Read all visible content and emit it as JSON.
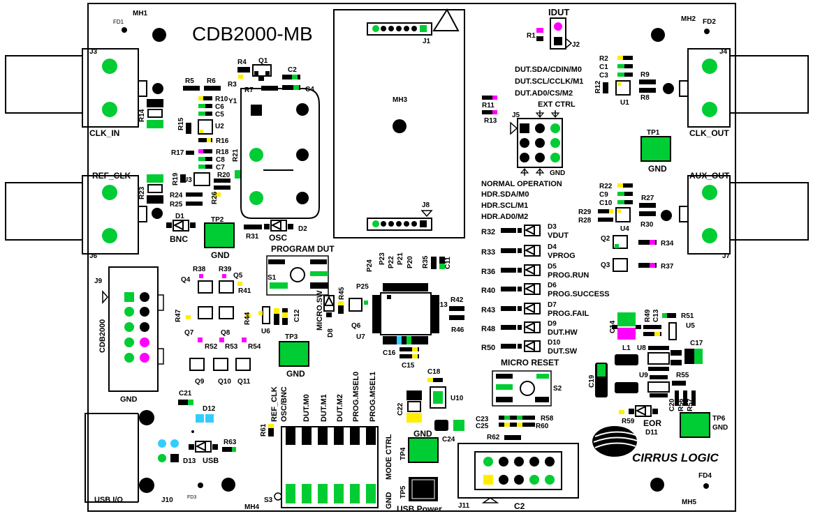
{
  "board": {
    "title": "CDB2000-MB",
    "logo": "CIRRUS LOGIC"
  },
  "connectors": {
    "j3": "J3",
    "clk_in": "CLK_IN",
    "j6": "J6",
    "ref_clk": "REF_CLK",
    "j4": "J4",
    "clk_out": "CLK_OUT",
    "j7": "J7",
    "aux_out": "AUX_OUT",
    "j1": "J1",
    "j8": "J8",
    "j2": "J2",
    "idut": "IDUT",
    "j5": "J5",
    "ext_ctrl": "EXT CTRL",
    "normal_operation": "NORMAL OPERATION",
    "j9": "J9",
    "cdb2000": "CDB2000",
    "j10": "J10",
    "usb_io": "USB I/O",
    "j11": "J11",
    "c2_bottom": "C2"
  },
  "mounting": {
    "mh1": "MH1",
    "mh2": "MH2",
    "mh3": "MH3",
    "mh4": "MH4",
    "mh5": "MH5",
    "fd1": "FD1",
    "fd2": "FD2",
    "fd3": "FD3",
    "fd4": "FD4"
  },
  "labels": {
    "dut_sda": "DUT.SDA/CDIN/M0",
    "dut_scl": "DUT.SCL/CCLK/M1",
    "dut_ad0": "DUT.AD0/CS/M2",
    "hdr_sda": "HDR.SDA/M0",
    "hdr_scl": "HDR.SCL/M1",
    "hdr_ad0": "HDR.AD0/M2",
    "program_dut": "PROGRAM DUT",
    "micro_sw": "MICRO.SW",
    "micro_reset": "MICRO RESET",
    "mode_ctrl": "MODE CTRL",
    "bnc": "BNC",
    "osc": "OSC",
    "usb": "USB",
    "eor": "EOR",
    "usb_power": "USB Power",
    "s1": "S1",
    "s2": "S2",
    "s3": "S3",
    "s3_top": [
      "REF_CLK",
      "OSC/BNC",
      "DUT.M0",
      "DUT.M1",
      "DUT.M2",
      "PROG.MSEL0",
      "PROG.MSEL1"
    ]
  },
  "testpoints": {
    "tp1": "TP1",
    "tp2": "TP2",
    "tp3": "TP3",
    "tp4": "TP4",
    "tp5": "TP5",
    "tp6": "TP6",
    "gnd": "GND"
  },
  "leds": [
    {
      "ref": "D3",
      "name": "VDUT",
      "res": "R32"
    },
    {
      "ref": "D4",
      "name": "VPROG",
      "res": "R33"
    },
    {
      "ref": "D5",
      "name": "PROG.RUN",
      "res": "R36"
    },
    {
      "ref": "D6",
      "name": "PROG.SUCCESS",
      "res": "R40"
    },
    {
      "ref": "D7",
      "name": "PROG.FAIL",
      "res": "R43"
    },
    {
      "ref": "D9",
      "name": "DUT.HW",
      "res": "R48"
    },
    {
      "ref": "D10",
      "name": "DUT.SW",
      "res": "R50"
    }
  ],
  "refdes": {
    "r1": "R1",
    "r2": "R2",
    "r3": "R3",
    "r4": "R4",
    "r5": "R5",
    "r6": "R6",
    "r7": "R7",
    "r8": "R8",
    "r9": "R9",
    "r10": "R10",
    "r11": "R11",
    "r12": "R12",
    "r13": "R13",
    "r14": "R14",
    "r15": "R15",
    "r16": "R16",
    "r17": "R17",
    "r18": "R18",
    "r19": "R19",
    "r20": "R20",
    "r21": "R21",
    "r22": "R22",
    "r23": "R23",
    "r24": "R24",
    "r25": "R25",
    "r26": "R26",
    "r27": "R27",
    "r28": "R28",
    "r29": "R29",
    "r30": "R30",
    "r31": "R31",
    "r34": "R34",
    "r35": "R35",
    "r37": "R37",
    "r38": "R38",
    "r39": "R39",
    "r41": "R41",
    "r42": "R42",
    "r44": "R44",
    "r45": "R45",
    "r46": "R46",
    "r47": "R47",
    "r49": "R49",
    "r51": "R51",
    "r52": "R52",
    "r53": "R53",
    "r54": "R54",
    "r55": "R55",
    "r56": "R56",
    "r57": "R57",
    "r58": "R58",
    "r59": "R59",
    "r60": "R60",
    "r61": "R61",
    "r62": "R62",
    "r63": "R63",
    "c1": "C1",
    "c2": "C2",
    "c3": "C3",
    "c4": "C4",
    "c5": "C5",
    "c6": "C6",
    "c7": "C7",
    "c8": "C8",
    "c9": "C9",
    "c10": "C10",
    "c11": "C11",
    "c12": "C12",
    "c13": "C13",
    "c14": "C14",
    "c15": "C15",
    "c16": "C16",
    "c17": "C17",
    "c18": "C18",
    "c19": "C19",
    "c20": "C20",
    "c21": "C21",
    "c22": "C22",
    "c23": "C23",
    "c24": "C24",
    "c25": "C25",
    "u1": "U1",
    "u2": "U2",
    "u3": "U3",
    "u4": "U4",
    "u5": "U5",
    "u6": "U6",
    "u7": "U7",
    "u8": "U8",
    "u9": "U9",
    "u10": "U10",
    "q1": "Q1",
    "q2": "Q2",
    "q3": "Q3",
    "q4": "Q4",
    "q5": "Q5",
    "q6": "Q6",
    "q7": "Q7",
    "q8": "Q8",
    "q9": "Q9",
    "q10": "Q10",
    "q11": "Q11",
    "d1": "D1",
    "d2": "D2",
    "d8": "D8",
    "d11": "D11",
    "d12": "D12",
    "d13": "D13",
    "p13": "P13",
    "p20": "P20",
    "p21": "P21",
    "p22": "P22",
    "p23": "P23",
    "p24": "P24",
    "p25": "P25",
    "l1": "L1",
    "y1": "Y1"
  },
  "colors": {
    "green": "#00cc33",
    "yellow": "#ffee00",
    "magenta": "#ff00ff",
    "cyan": "#33ccff",
    "black": "#000000"
  }
}
